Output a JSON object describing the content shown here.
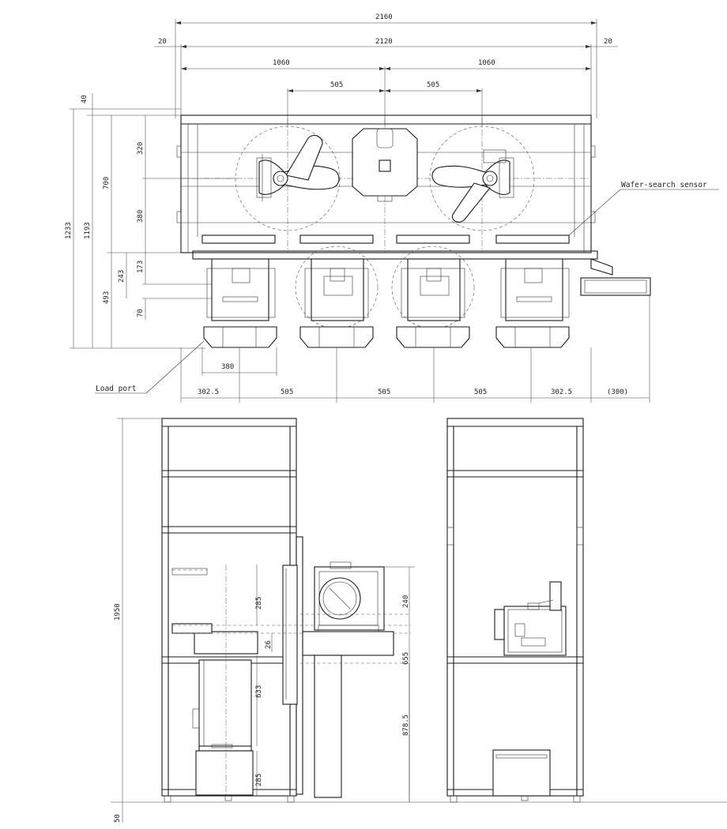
{
  "top_view": {
    "dims": {
      "overall_width": "2160",
      "left_margin": "20",
      "frame_width": "2120",
      "right_margin": "20",
      "half_left": "1060",
      "half_right": "1060",
      "pitch_left": "505",
      "pitch_right": "505",
      "top_clearance": "40",
      "depth_total": "1233",
      "depth_frame": "1193",
      "depth_robot": "700",
      "robot_upper": "320",
      "robot_lower": "380",
      "port_depth": "493",
      "port_upper": "243",
      "port_offset": "173",
      "port_step": "70",
      "port_width": "380",
      "bottom_1": "302.5",
      "bottom_2": "505",
      "bottom_3": "505",
      "bottom_4": "505",
      "bottom_5": "302.5",
      "bottom_6": "(300)"
    },
    "labels": {
      "wafer_sensor": "Wafer-search sensor",
      "load_port": "Load port"
    }
  },
  "side_view": {
    "dims": {
      "height": "1950",
      "h_285_top": "285",
      "h_26": "26",
      "h_633": "633",
      "h_285_bottom": "285",
      "h_240": "240",
      "h_655": "655",
      "h_8785": "878.5",
      "h_50": "50"
    }
  }
}
